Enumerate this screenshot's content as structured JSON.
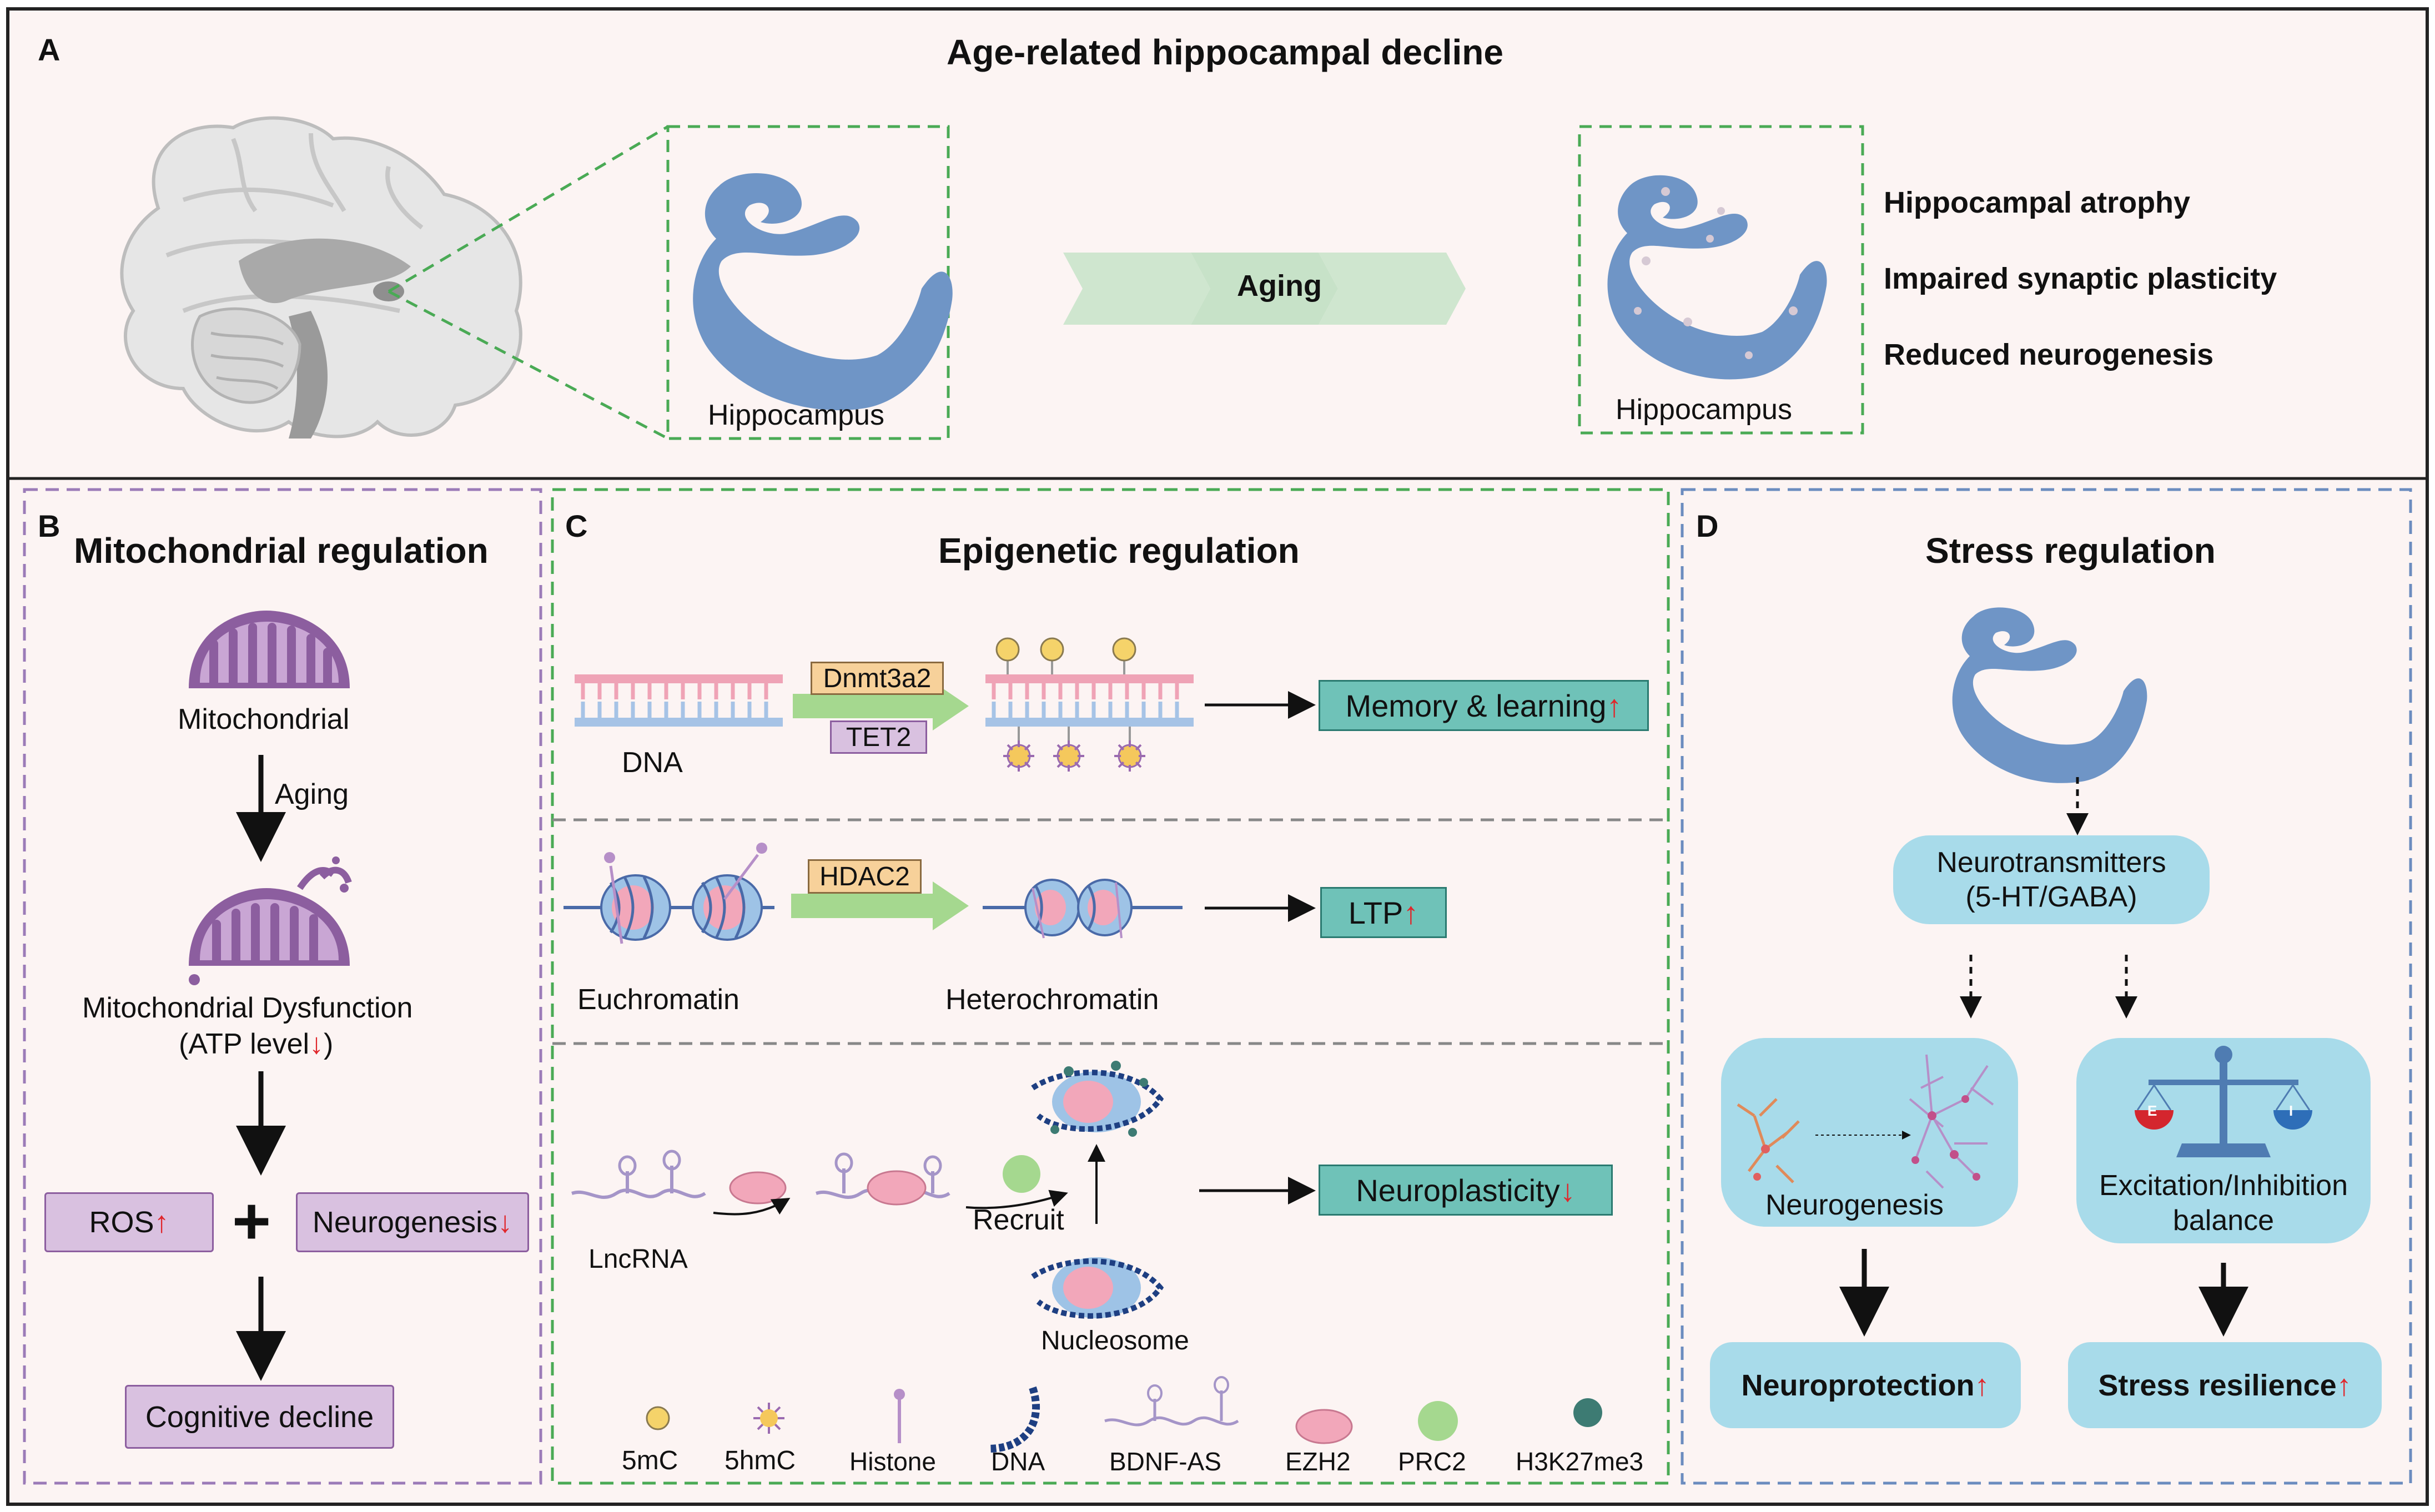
{
  "colors": {
    "background": "#fcf4f3",
    "hippocampus": "#6f95c6",
    "purple_box": "#d9c1e0",
    "teal_box": "#6fc2b8",
    "blue_box": "#a8dbea",
    "arrow_green": "#a5d88f",
    "dnmt_box": "#f7d19a",
    "red_arrow": "#e0262b"
  },
  "panel_a": {
    "letter": "A",
    "title": "Age-related hippocampal decline",
    "hippocampus_left_label": "Hippocampus",
    "aging_label": "Aging",
    "hippocampus_right_label": "Hippocampus",
    "outcomes": [
      "Hippocampal atrophy",
      "Impaired synaptic plasticity",
      "Reduced neurogenesis"
    ]
  },
  "panel_b": {
    "letter": "B",
    "title": "Mitochondrial regulation",
    "mito_label": "Mitochondrial",
    "aging_label": "Aging",
    "dysfunction_line1": "Mitochondrial Dysfunction",
    "dysfunction_line2": "(ATP level",
    "down_arrow": "↓",
    "close_paren": ")",
    "ros_label": "ROS",
    "up_arrow": "↑",
    "neurogenesis_label": "Neurogenesis",
    "plus": "+",
    "cognitive_label": "Cognitive decline"
  },
  "panel_c": {
    "letter": "C",
    "title": "Epigenetic regulation",
    "dna_label": "DNA",
    "dnmt_label": "Dnmt3a2",
    "tet_label": "TET2",
    "memory_label": "Memory & learning",
    "up_arrow": "↑",
    "down_arrow": "↓",
    "hdac_label": "HDAC2",
    "euchromatin_label": "Euchromatin",
    "heterochromatin_label": "Heterochromatin",
    "ltp_label": "LTP",
    "lncrna_label": "LncRNA",
    "recruit_label": "Recruit",
    "nucleosome_label": "Nucleosome",
    "neuroplasticity_label": "Neuroplasticity",
    "legend": [
      "5mC",
      "5hmC",
      "Histone",
      "DNA",
      "BDNF-AS",
      "EZH2",
      "PRC2",
      "H3K27me3"
    ]
  },
  "panel_d": {
    "letter": "D",
    "title": "Stress regulation",
    "neurotransmitters_line1": "Neurotransmitters",
    "neurotransmitters_line2": "(5-HT/GABA)",
    "neurogenesis_label": "Neurogenesis",
    "ei_line1": "Excitation/Inhibition",
    "ei_line2": "balance",
    "scale_e": "E",
    "scale_i": "I",
    "neuroprotection_label": "Neuroprotection",
    "resilience_label": "Stress resilience",
    "up_arrow": "↑"
  }
}
